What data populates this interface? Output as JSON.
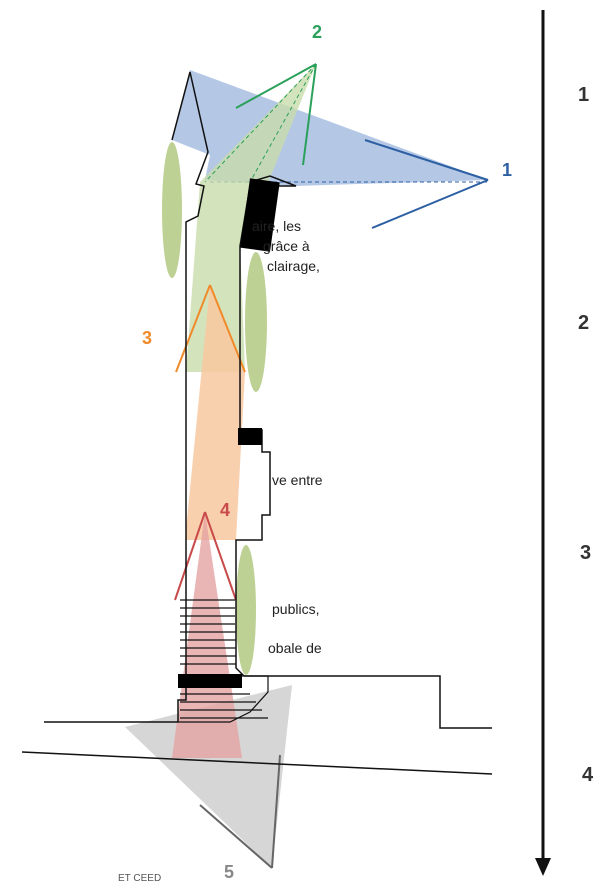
{
  "text_fragments": [
    "aire, les",
    "grâce à",
    "clairage,",
    "ve entre",
    "publics,",
    "obale de"
  ],
  "zone_labels": [
    "1",
    "2",
    "3",
    "4",
    "5"
  ],
  "scale_labels": [
    "1",
    "2",
    "3",
    "4"
  ],
  "footer_fragment": "ET CEED",
  "colors": {
    "zone1": "#9bb6de",
    "zone1_line": "#2d5fa3",
    "zone2": "#c8dcab",
    "zone2_line": "#2aa05a",
    "zone3": "#f8c8a0",
    "zone3_line": "#f08a2a",
    "zone4": "#e4a3a3",
    "zone4_line": "#c84a4a",
    "zone5": "#cfcfcf",
    "tree": "#a8c270",
    "building": "#000000"
  }
}
